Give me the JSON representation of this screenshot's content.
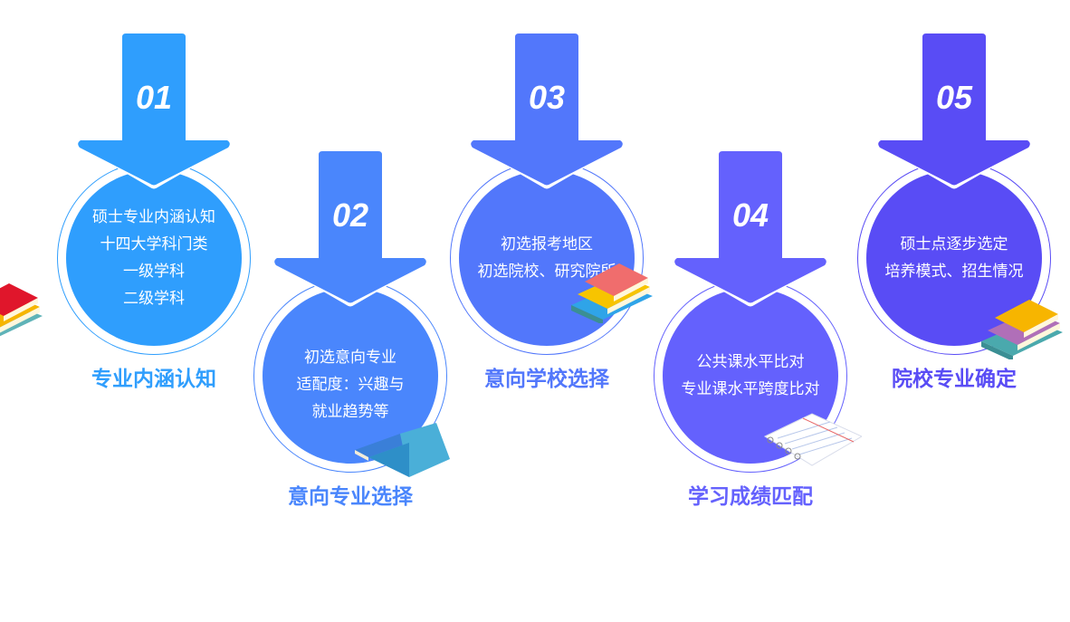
{
  "steps": [
    {
      "number": "01",
      "lines": [
        "硕士专业内涵认知",
        "十四大学科门类",
        "一级学科",
        "二级学科"
      ],
      "label": "专业内涵认知",
      "color": "#2f9efd",
      "icon": "book-stack-icon"
    },
    {
      "number": "02",
      "lines": [
        "初选意向专业",
        "适配度：兴趣与",
        "就业趋势等"
      ],
      "label": "意向专业选择",
      "color": "#4a86fc",
      "icon": "open-book-icon"
    },
    {
      "number": "03",
      "lines": [
        "初选报考地区",
        "初选院校、研究院所"
      ],
      "label": "意向学校选择",
      "color": "#5277fb",
      "icon": "book-stack-icon"
    },
    {
      "number": "04",
      "lines": [
        "公共课水平比对",
        "专业课水平跨度比对"
      ],
      "label": "学习成绩匹配",
      "color": "#6461fd",
      "icon": "notebook-icon"
    },
    {
      "number": "05",
      "lines": [
        "硕士点逐步选定",
        "培养模式、招生情况"
      ],
      "label": "院校专业确定",
      "color": "#594cf5",
      "icon": "book-stack-icon"
    }
  ]
}
